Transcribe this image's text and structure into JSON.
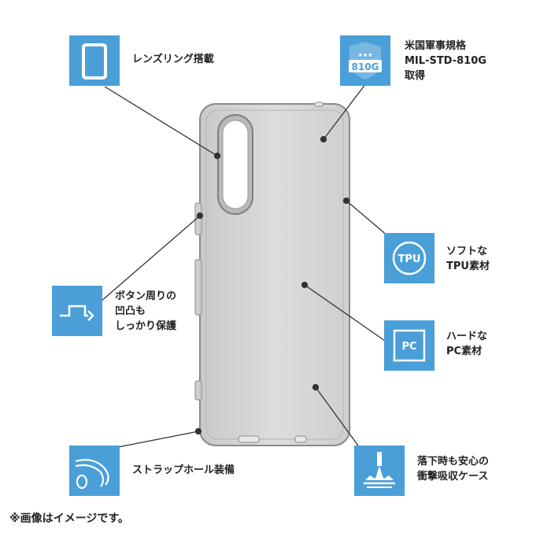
{
  "features": {
    "lens_ring": {
      "label": "レンズリング搭載",
      "icon": "lens-ring-icon"
    },
    "mil_std": {
      "line1": "米国軍事規格",
      "line2": "MIL-STD-810G",
      "line3": "取得",
      "badge_text": "810G",
      "badge_stars": "★★★",
      "icon": "mil-badge-icon"
    },
    "tpu": {
      "line1": "ソフトな",
      "line2": "TPU素材",
      "icon_text": "TPU",
      "icon": "tpu-icon"
    },
    "button_protect": {
      "line1": "ボタン周りの",
      "line2": "凹凸も",
      "line3": "しっかり保護",
      "icon": "button-step-icon"
    },
    "pc": {
      "line1": "ハードな",
      "line2": "PC素材",
      "icon_text": "PC",
      "icon": "pc-icon"
    },
    "strap": {
      "label": "ストラップホール装備",
      "icon": "strap-icon"
    },
    "shock": {
      "line1": "落下時も安心の",
      "line2": "衝撃吸収ケース",
      "icon": "shock-icon"
    }
  },
  "footnote": "※画像はイメージです。",
  "colors": {
    "accent": "#4a9fd8",
    "case": "#d8d8d8",
    "case_edge": "#8a8a8a",
    "leader": "#333333"
  }
}
